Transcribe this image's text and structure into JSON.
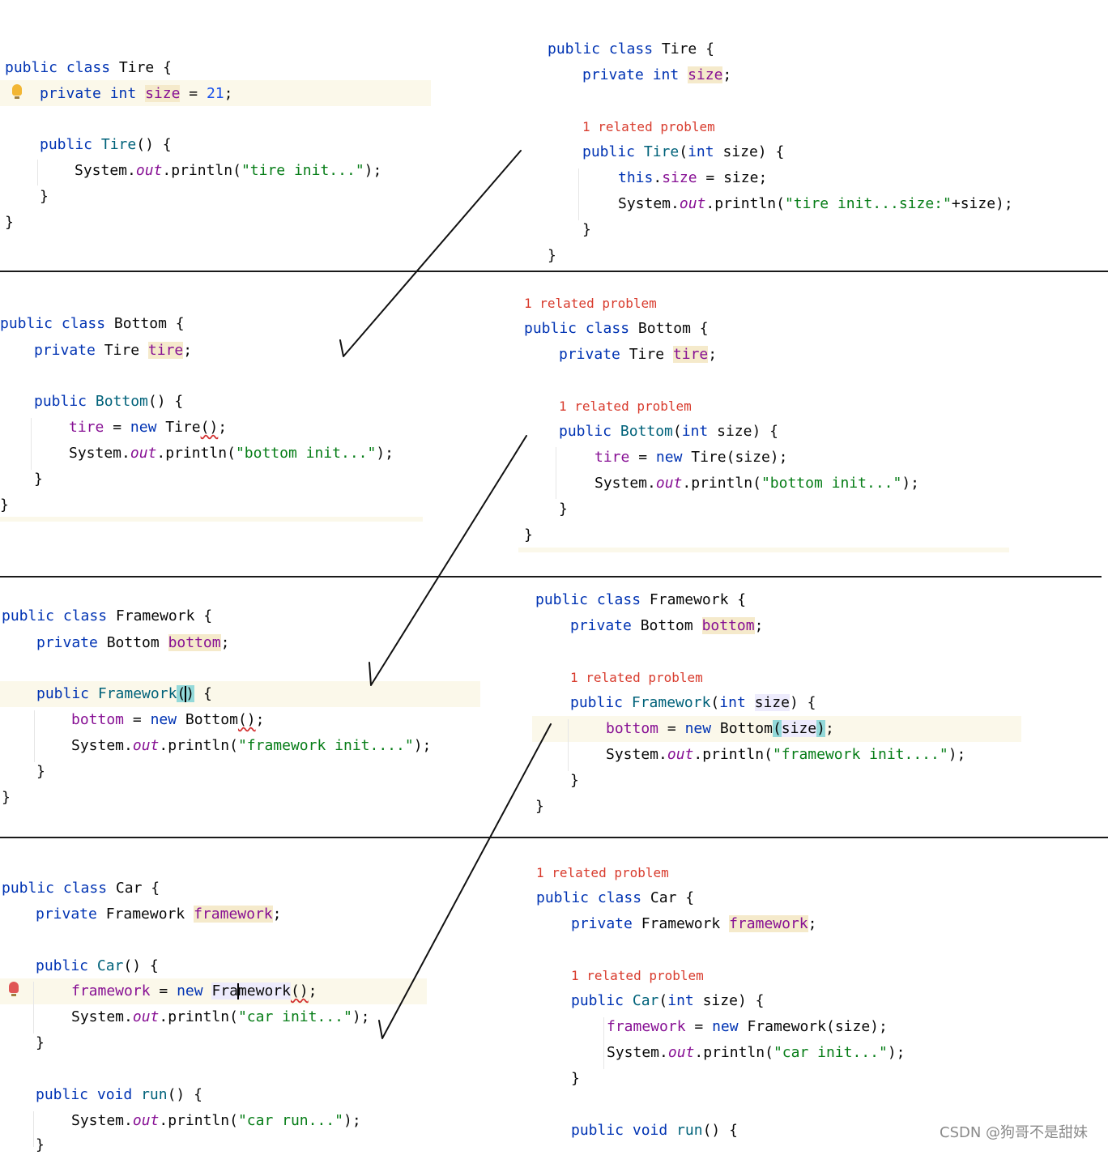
{
  "kw": {
    "public": "public",
    "class": "class",
    "private": "private",
    "int": "int",
    "new": "new",
    "this": "this",
    "void": "void"
  },
  "cls": {
    "tire": "Tire",
    "bottom": "Bottom",
    "framework": "Framework",
    "car": "Car",
    "system": "System"
  },
  "var": {
    "size": "size",
    "tire": "tire",
    "bottom": "bottom",
    "framework": "framework"
  },
  "m": {
    "out": "out",
    "println": "println",
    "run": "run"
  },
  "p": {
    "ob": "{",
    "cb": "}",
    "sc": ";",
    "eq": "=",
    "dot": ".",
    "po": "(",
    "pc": ")",
    "pp": "()",
    "ppsc": "();",
    "psc": ");",
    "plus": "+",
    "cbr": ") {",
    "ppcbr": "() {",
    "pscsp": "(size);"
  },
  "num": {
    "n21": "21"
  },
  "strs": {
    "tire_init": "\"tire init...\"",
    "tire_init_size": "\"tire init...size:\"",
    "bottom_init": "\"bottom init...\"",
    "framework_init": "\"framework init....\"",
    "car_init": "\"car init...\"",
    "car_run": "\"car run...\""
  },
  "problem": "1 related problem",
  "split": {
    "fra": "Fra",
    "mework": "mework"
  },
  "watermark": "CSDN @狗哥不是甜妹"
}
